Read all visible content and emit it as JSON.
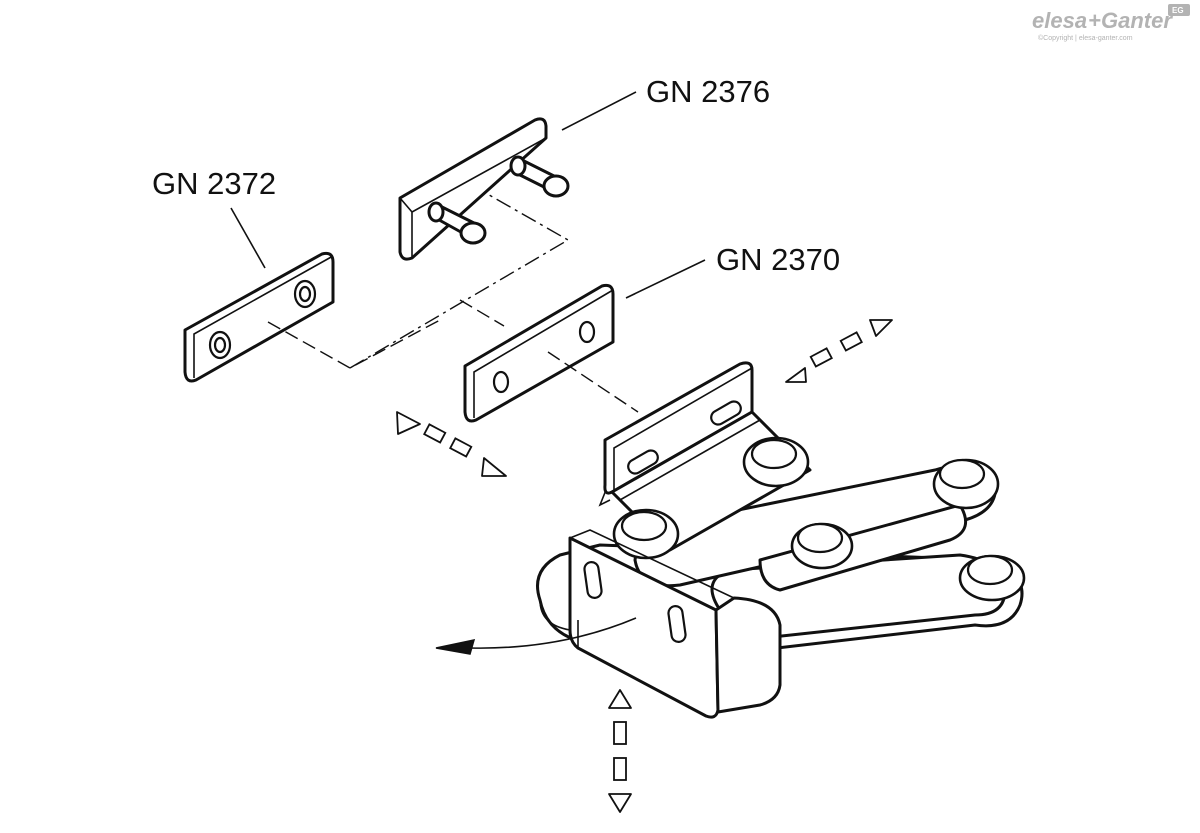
{
  "labels": {
    "gn2376": "GN 2376",
    "gn2372": "GN 2372",
    "gn2370": "GN 2370"
  },
  "logo": {
    "brand_left": "elesa",
    "brand_plus": "+",
    "brand_right": "Ganter",
    "badge": "EG",
    "copyright": "©Copyright | elesa-ganter.com"
  },
  "colors": {
    "line": "#111111",
    "fill": "#ffffff",
    "logo_gray": "#b3b3b3"
  },
  "icons": [
    "adjust-arrow-left-icon",
    "adjust-arrow-right-icon",
    "adjust-arrow-vertical-icon",
    "swing-arrow-icon"
  ]
}
